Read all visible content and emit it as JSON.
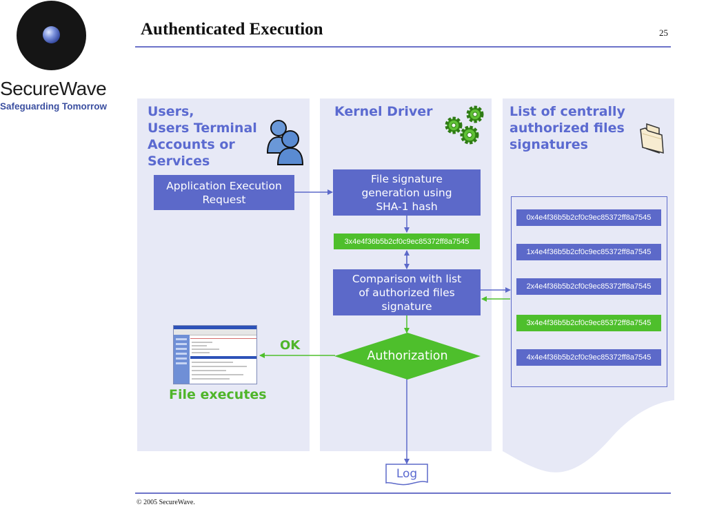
{
  "header": {
    "title": "Authenticated Execution",
    "page_number": "25"
  },
  "logo": {
    "name": "SecureWave",
    "tagline": "Safeguarding Tomorrow"
  },
  "columns": {
    "users": {
      "heading": "Users,\nUsers Terminal\nAccounts or\nServices"
    },
    "kernel": {
      "heading": "Kernel Driver"
    },
    "list": {
      "heading": "List of centrally\nauthorized files\nsignatures"
    }
  },
  "boxes": {
    "request": "Application Execution\nRequest",
    "signature": "File signature\ngeneration using\nSHA-1 hash",
    "computed_hash": "3x4e4f36b5b2cf0c9ec85372ff8a7545",
    "comparison": "Comparison with list\nof authorized files\nsignature",
    "authorization": "Authorization",
    "log": "Log"
  },
  "signature_list": [
    {
      "hash": "0x4e4f36b5b2cf0c9ec85372ff8a7545",
      "match": false
    },
    {
      "hash": "1x4e4f36b5b2cf0c9ec85372ff8a7545",
      "match": false
    },
    {
      "hash": "2x4e4f36b5b2cf0c9ec85372ff8a7545",
      "match": false
    },
    {
      "hash": "3x4e4f36b5b2cf0c9ec85372ff8a7545",
      "match": true
    },
    {
      "hash": "4x4e4f36b5b2cf0c9ec85372ff8a7545",
      "match": false
    }
  ],
  "labels": {
    "ok": "OK",
    "file_executes": "File executes"
  },
  "footer": {
    "copyright": "© 2005 SecureWave."
  },
  "colors": {
    "accent_blue": "#5c69c9",
    "accent_green": "#4ebf2c",
    "panel_bg": "#e7e9f6"
  },
  "icons": {
    "users": "users-icon",
    "kernel": "gears-icon",
    "list": "folder-icon"
  }
}
